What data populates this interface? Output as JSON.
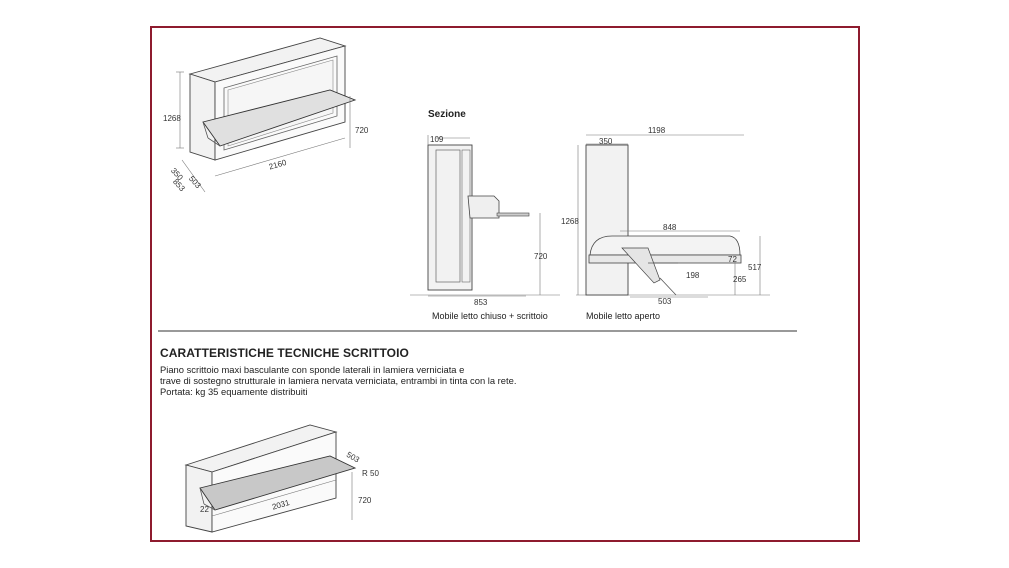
{
  "colors": {
    "frame": "#8e1b2e",
    "line": "#555555",
    "panel": "#e0e0e0"
  },
  "sezione_label": "Sezione",
  "iso_top": {
    "height": "1268",
    "width": "2160",
    "desk_height": "720",
    "depth_a": "350",
    "depth_b": "503",
    "depth_c": "853"
  },
  "closed_section": {
    "top": "109",
    "desk": "720",
    "depth": "853",
    "caption": "Mobile letto chiuso + scrittoio"
  },
  "open_section": {
    "width": "1198",
    "depth": "350",
    "height": "1268",
    "bed": "848",
    "d72": "72",
    "d198": "198",
    "d265": "265",
    "d517": "517",
    "d503": "503",
    "caption": "Mobile letto aperto"
  },
  "spec": {
    "title": "CARATTERISTICHE TECNICHE SCRITTOIO",
    "lines": [
      "Piano scrittoio maxi basculante con sponde laterali in lamiera verniciata e",
      "trave di sostegno strutturale in lamiera nervata verniciata, entrambi in tinta con la rete.",
      "Portata: kg 35 equamente distribuiti"
    ]
  },
  "iso_bottom": {
    "d503": "503",
    "r50": "R 50",
    "w2031": "2031",
    "h720": "720",
    "d22": "22"
  }
}
